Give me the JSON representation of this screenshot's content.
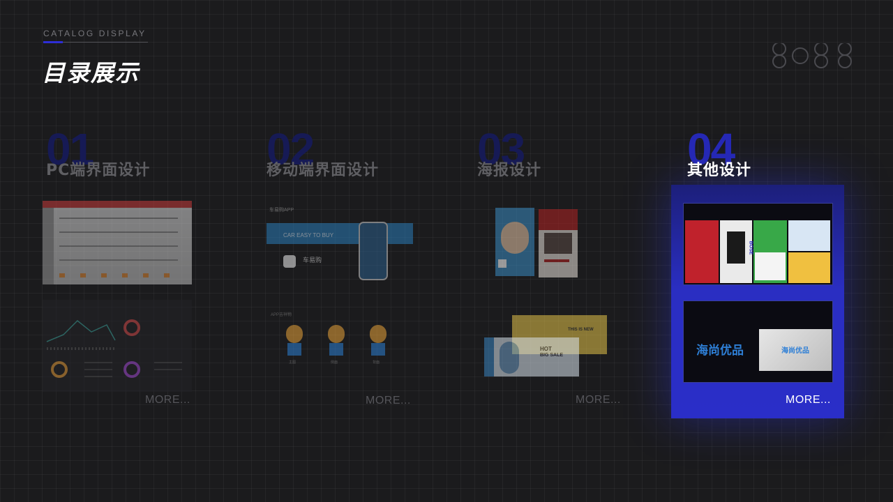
{
  "header": {
    "subtitle": "CATALOG DISPLAY",
    "title": "目录展示"
  },
  "sections": [
    {
      "number": "01",
      "title": "PC端界面设计",
      "more": "MORE..."
    },
    {
      "number": "02",
      "title": "移动端界面设计",
      "more": "MORE...",
      "app_label": "车易购APP",
      "banner_text": "CAR EASY TO BUY",
      "brand_name": "车易购",
      "mascot_label": "APP吉祥物",
      "mascot_names": [
        "主图",
        "侧面",
        "背面"
      ]
    },
    {
      "number": "03",
      "title": "海报设计",
      "more": "MORE...",
      "poster_text": [
        "HOT",
        "BIG SALE",
        "THIS IS NEW"
      ]
    },
    {
      "number": "04",
      "title": "其他设计",
      "more": "MORE...",
      "active": true,
      "brand_text": "海尚优品",
      "brand_text_small": "海尚优品",
      "shot_label": "BOSE"
    }
  ],
  "colors": {
    "accent": "#2a2ec2",
    "background": "#1b1b1d",
    "inactive_text": "#5f5f63"
  }
}
